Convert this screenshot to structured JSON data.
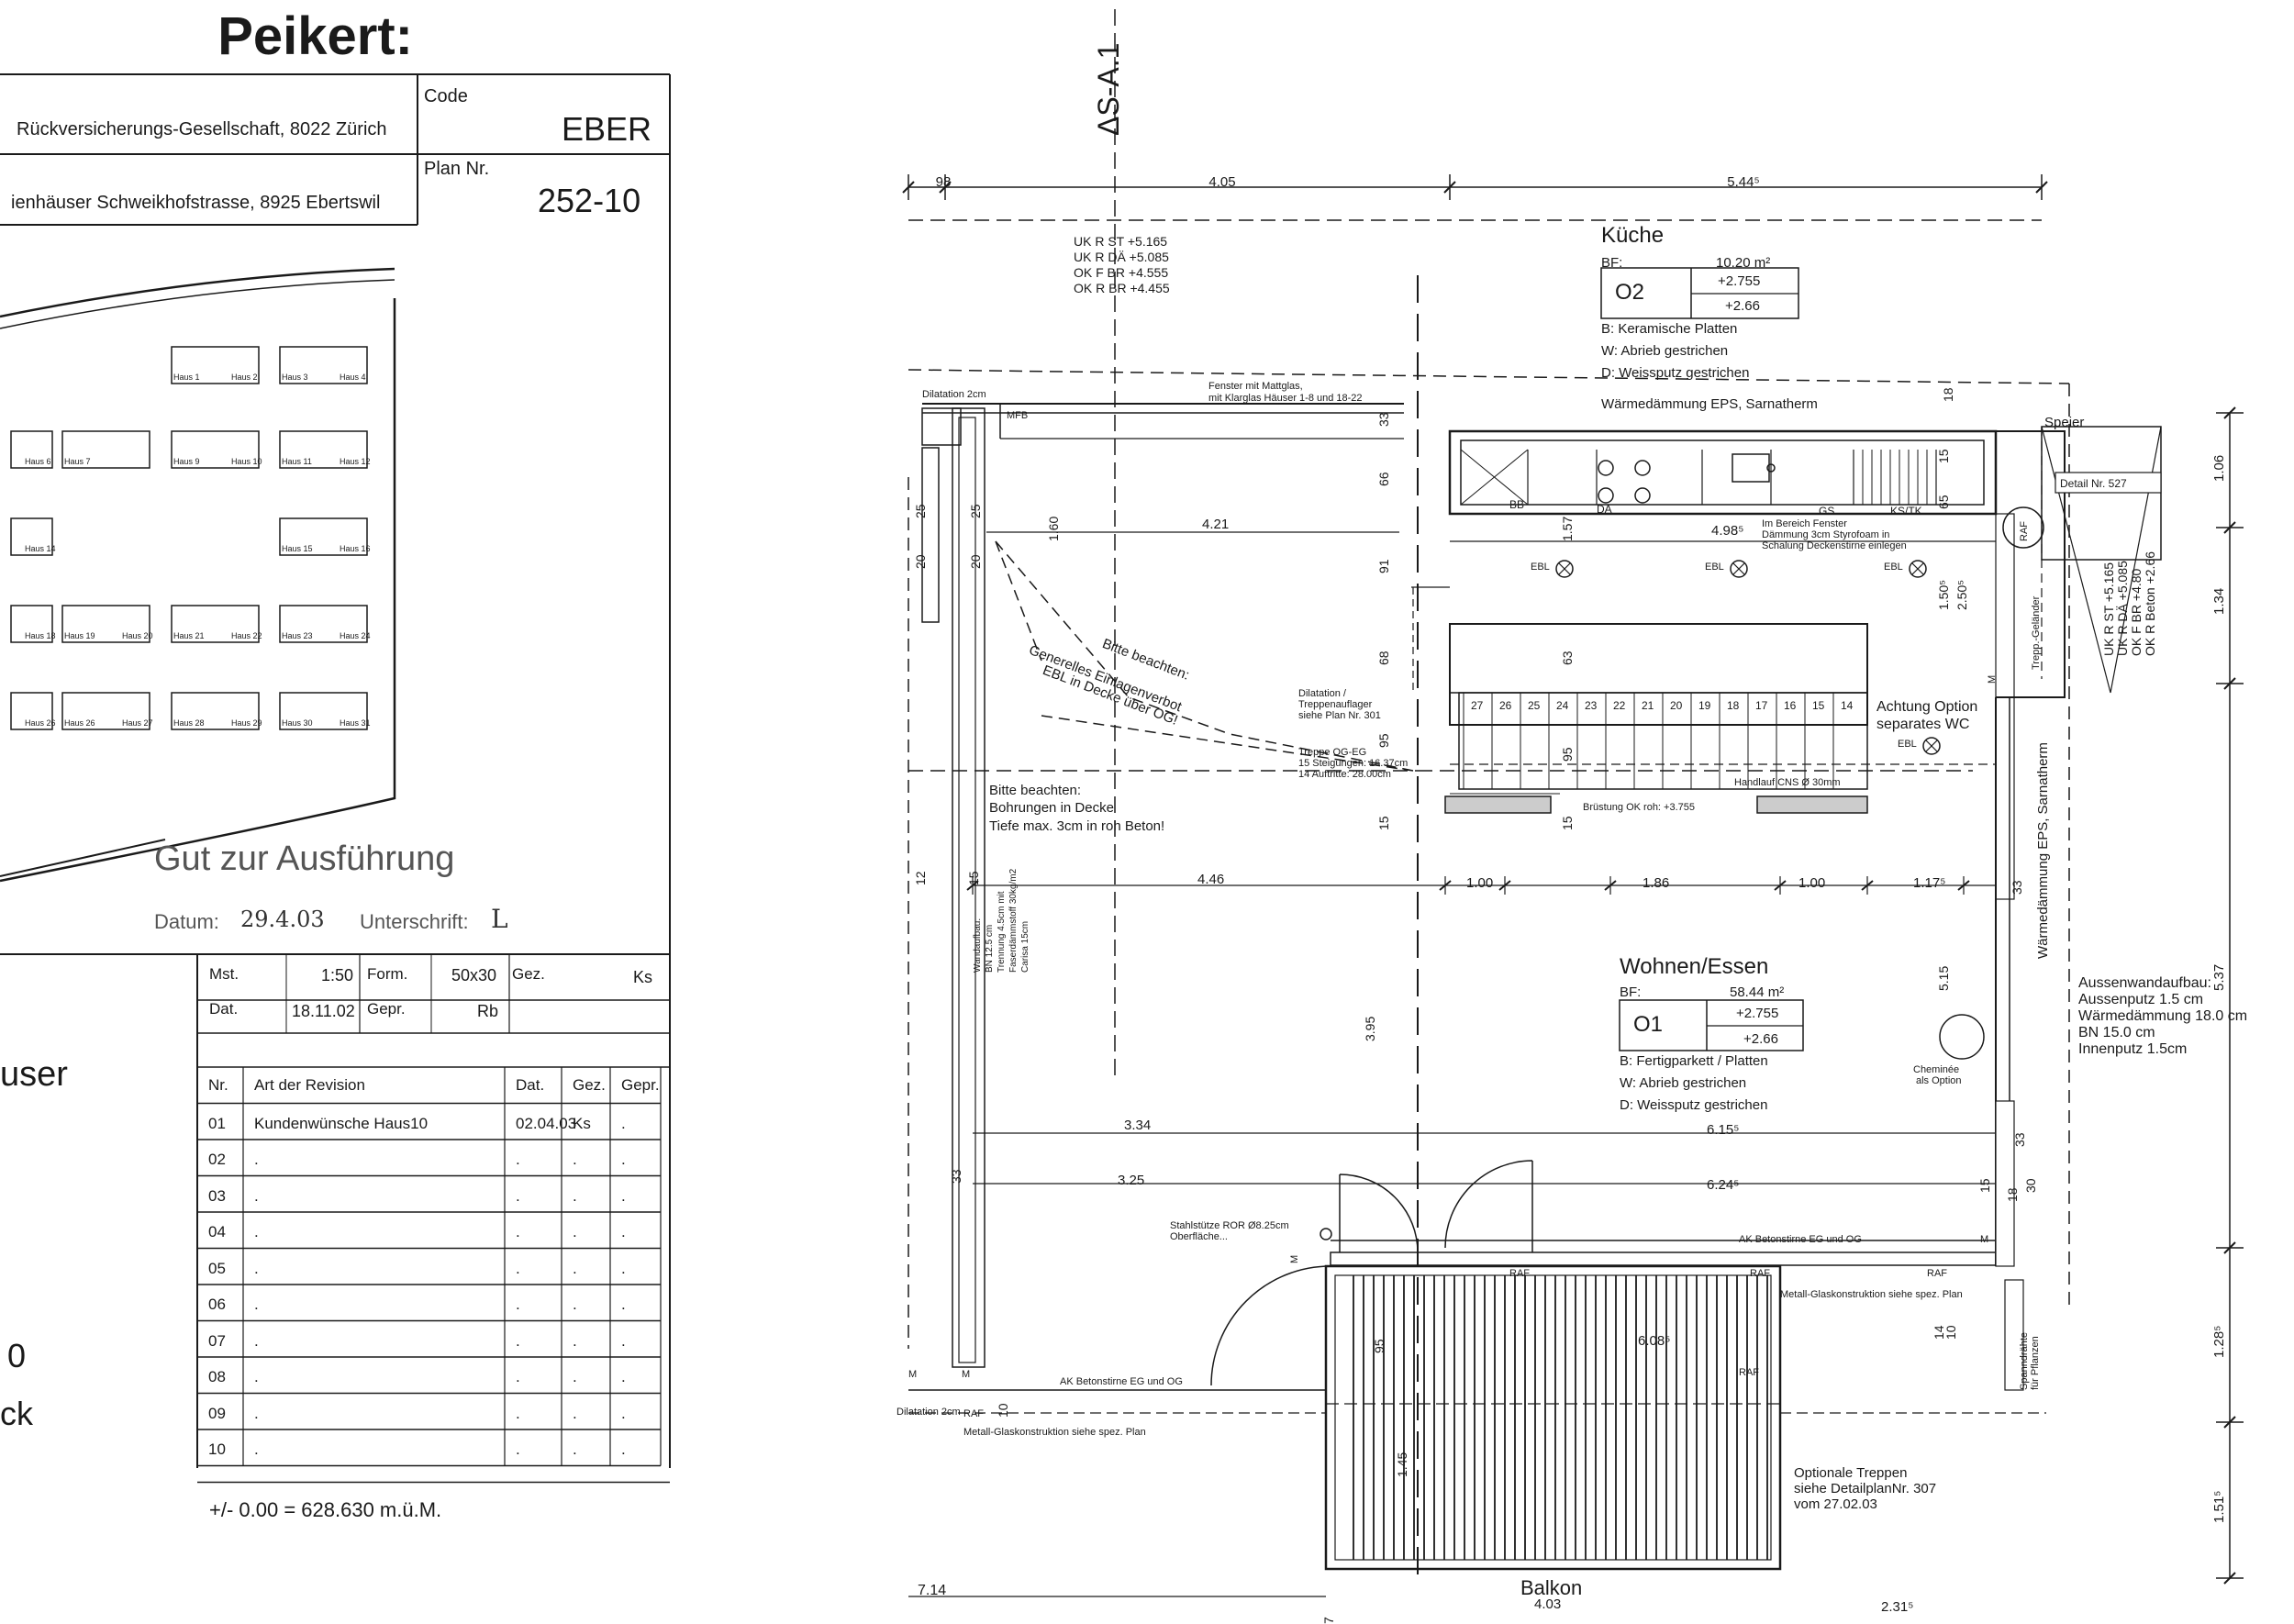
{
  "title_block": {
    "brand": "Peikert:",
    "client": "Rückversicherungs-Gesellschaft, 8022 Zürich",
    "project": "ienhäuser Schweikhofstrasse, 8925 Ebertswil",
    "code_label": "Code",
    "code_value": "EBER",
    "plan_label": "Plan Nr.",
    "plan_value": "252-10",
    "approval": "Gut zur Ausführung",
    "datum_label": "Datum:",
    "datum_value": "29.4.03",
    "unterschrift_label": "Unterschrift:",
    "unterschrift_value": "L",
    "title_fragment": "user",
    "fragment_0": "0",
    "fragment_ck": "ck",
    "mst_label": "Mst.",
    "mst_value": "1:50",
    "form_label": "Form.",
    "form_value": "50x30",
    "gez_label": "Gez.",
    "gez_value": "Ks",
    "dat_label": "Dat.",
    "dat_value": "18.11.02",
    "gepr_label": "Gepr.",
    "gepr_value": "Rb",
    "elevation": "+/- 0.00 = 628.630 m.ü.M."
  },
  "revision_table": {
    "headers": [
      "Nr.",
      "Art der Revision",
      "Dat.",
      "Gez.",
      "Gepr."
    ],
    "rows": [
      [
        "01",
        "Kundenwünsche Haus10",
        "02.04.03",
        "Ks",
        "."
      ],
      [
        "02",
        ".",
        ".",
        ".",
        "."
      ],
      [
        "03",
        ".",
        ".",
        ".",
        "."
      ],
      [
        "04",
        ".",
        ".",
        ".",
        "."
      ],
      [
        "05",
        ".",
        ".",
        ".",
        "."
      ],
      [
        "06",
        ".",
        ".",
        ".",
        "."
      ],
      [
        "07",
        ".",
        ".",
        ".",
        "."
      ],
      [
        "08",
        ".",
        ".",
        ".",
        "."
      ],
      [
        "09",
        ".",
        ".",
        ".",
        "."
      ],
      [
        "10",
        ".",
        ".",
        ".",
        "."
      ]
    ]
  },
  "site_plan": {
    "houses": [
      "Haus 1",
      "Haus 2",
      "Haus 3",
      "Haus 4",
      "Haus 6",
      "Haus 7",
      "Haus 9",
      "Haus 10",
      "Haus 11",
      "Haus 12",
      "Haus 14",
      "Haus 15",
      "Haus 16",
      "Haus 18",
      "Haus 19",
      "Haus 20",
      "Haus 21",
      "Haus 22",
      "Haus 23",
      "Haus 24",
      "Haus 26",
      "Haus 27",
      "Haus 28",
      "Haus 29",
      "Haus 30",
      "Haus 31"
    ]
  },
  "floor_plan": {
    "section": "ΔS-A.1",
    "dims_top": [
      "98",
      "4.05",
      "5.44⁵"
    ],
    "uk_list": [
      "UK R ST +5.165",
      "UK R DÄ +5.085",
      "OK F BR +4.555",
      "OK R BR +4.455"
    ],
    "kueche": {
      "name": "Küche",
      "bf": "BF:",
      "area": "10.20 m²",
      "code": "O2",
      "lvl1": "+2.755",
      "lvl2": "+2.66",
      "b": "B:   Keramische Platten",
      "w": "W:    Abrieb gestrichen",
      "d": "D: Weissputz  gestrichen"
    },
    "waermedaemmung": "Wärmedämmung EPS, Sarnatherm",
    "speier": "Speier",
    "dilatation": "Dilatation 2cm",
    "fenster_note": [
      "Fenster mit Mattglas,",
      "mit Klarglas Häuser 1-8 und 18-22"
    ],
    "mfb": "MFB",
    "detail": "Detail Nr. 527",
    "dim_421": "4.21",
    "dim_498": "4.98⁵",
    "bereich": [
      "Im Bereich Fenster",
      "Dämmung 3cm Styrofoam in",
      "Schalung Deckenstirne einlegen"
    ],
    "ebl": "EBL",
    "bitte1": [
      "Bitte beachten:",
      "Generelles Einlagenverbot",
      "EBL in Decke über OG!"
    ],
    "dilatation_note": [
      "Dilatation /",
      "Treppenauflager",
      "siehe Plan Nr. 301"
    ],
    "treppe_note": [
      "Treppe OG-EG",
      "15 Steigungen: 16.37cm",
      "14 Auftritte: 28.00cm"
    ],
    "steps": [
      "27",
      "26",
      "25",
      "24",
      "23",
      "22",
      "21",
      "20",
      "19",
      "18",
      "17",
      "16",
      "15",
      "14"
    ],
    "achtung": [
      "Achtung Option",
      "separates WC"
    ],
    "handlauf": "Handlauf CNS Ø 30mm",
    "bruestung": "Brüstung OK roh: +3.755",
    "bitte2": [
      "Bitte beachten:",
      "Bohrungen in Decke",
      "Tiefe max. 3cm in roh Beton!"
    ],
    "dims_mid": [
      "4.46",
      "1.00",
      "1.86",
      "1.00",
      "1.17⁵"
    ],
    "wohnen": {
      "name": "Wohnen/Essen",
      "bf": "BF:",
      "area": "58.44 m²",
      "code": "O1",
      "lvl1": "+2.755",
      "lvl2": "+2.66",
      "b": "B:  Fertigparkett / Platten",
      "w": "W:      Abrieb gestrichen",
      "d": "D: Weissputz  gestrichen"
    },
    "aussenwand": [
      "Aussenwandaufbau:",
      "Aussenputz 1.5 cm",
      "Wärmedämmung 18.0 cm",
      "BN 15.0 cm",
      "Innenputz 1.5cm"
    ],
    "waermedaemmung_v": "Wärmedämmung EPS, Sarnatherm",
    "cheminee": [
      "Cheminée",
      "als Option"
    ],
    "dims_low": [
      "3.34",
      "6.15⁵",
      "3.25",
      "6.24⁵"
    ],
    "stahlstuetze": [
      "Stahlstütze ROR Ø8.25cm",
      "Oberfläche..."
    ],
    "ak_beton": "AK Betonstirne EG und OG",
    "ak_beton2": "AK Betonstirne EG und OG",
    "metall": "Metall-Glaskonstruktion siehe spez. Plan",
    "metall2": "Metall-Glaskonstruktion siehe spez. Plan",
    "dim_608": "6.08⁵",
    "optional": [
      "Optionale Treppen",
      "siehe DetailplanNr. 307",
      "vom 27.02.03"
    ],
    "balkon": "Balkon",
    "dim_403": "4.03",
    "dim_714": "7.14",
    "dim_231": "2.31⁵",
    "right_dims": [
      "1.06",
      "1.34",
      "5.37",
      "1.28⁵",
      "1.51⁵"
    ],
    "right_levels": [
      "UK R ST +5.165",
      "UK R DÄ +5.085",
      "OK F BR +4.80",
      "OK R Beton +2.66"
    ],
    "wall_note": [
      "Wandaufbau:",
      "BN 12.5 cm",
      "Trennung 4.5cm mit",
      "Faserdämmstoff 30kg/m2",
      "Carisa 15cm"
    ],
    "spanndraehte": [
      "Spanndrähte",
      "für Pflanzen"
    ],
    "trepp_gel": "Trepp.-Geländer",
    "m": "M",
    "raf": "RAF",
    "vdims": [
      "33",
      "66",
      "91",
      "68",
      "95",
      "15",
      "1.60",
      "1.57",
      "63",
      "95",
      "15",
      "1.50⁵",
      "2.50⁵",
      "5.15",
      "3.95",
      "1.45",
      "14",
      "10",
      "95",
      "18",
      "15",
      "30",
      "33",
      "65",
      "15",
      "18",
      "12",
      "20",
      "25",
      "25",
      "20",
      "15",
      "33",
      "33",
      "10",
      "7"
    ],
    "bb": "BB",
    "da": "DA",
    "gs": "GS",
    "kstk": "KS/TK"
  }
}
